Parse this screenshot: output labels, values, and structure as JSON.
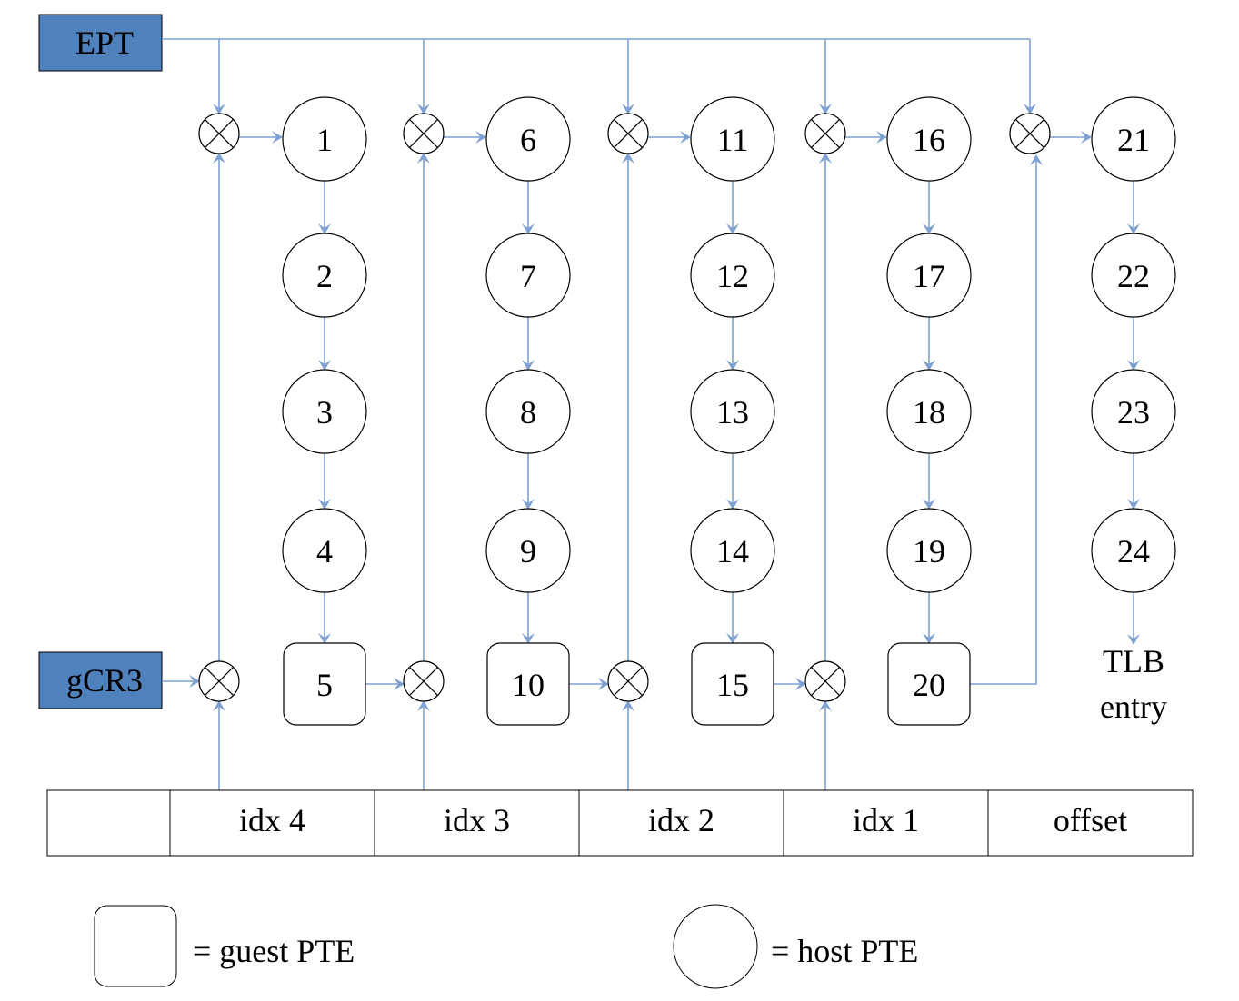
{
  "registers": {
    "ept": "EPT",
    "gcr3": "gCR3"
  },
  "columns": [
    {
      "host_ptes": [
        "1",
        "2",
        "3",
        "4"
      ],
      "guest_pte": "5"
    },
    {
      "host_ptes": [
        "6",
        "7",
        "8",
        "9"
      ],
      "guest_pte": "10"
    },
    {
      "host_ptes": [
        "11",
        "12",
        "13",
        "14"
      ],
      "guest_pte": "15"
    },
    {
      "host_ptes": [
        "16",
        "17",
        "18",
        "19"
      ],
      "guest_pte": "20"
    },
    {
      "host_ptes": [
        "21",
        "22",
        "23",
        "24"
      ],
      "guest_pte": null
    }
  ],
  "tlb_label": [
    "TLB",
    "entry"
  ],
  "address_fields": [
    "",
    "idx 4",
    "idx 3",
    "idx 2",
    "idx 1",
    "offset"
  ],
  "legend": {
    "guest_pte": "= guest PTE",
    "host_pte": "= host PTE"
  },
  "colors": {
    "register_fill": "#4f81bd",
    "arrow": "#7ea1d1",
    "outline": "#000000"
  },
  "icons": {
    "combine": "circled-x-icon"
  }
}
